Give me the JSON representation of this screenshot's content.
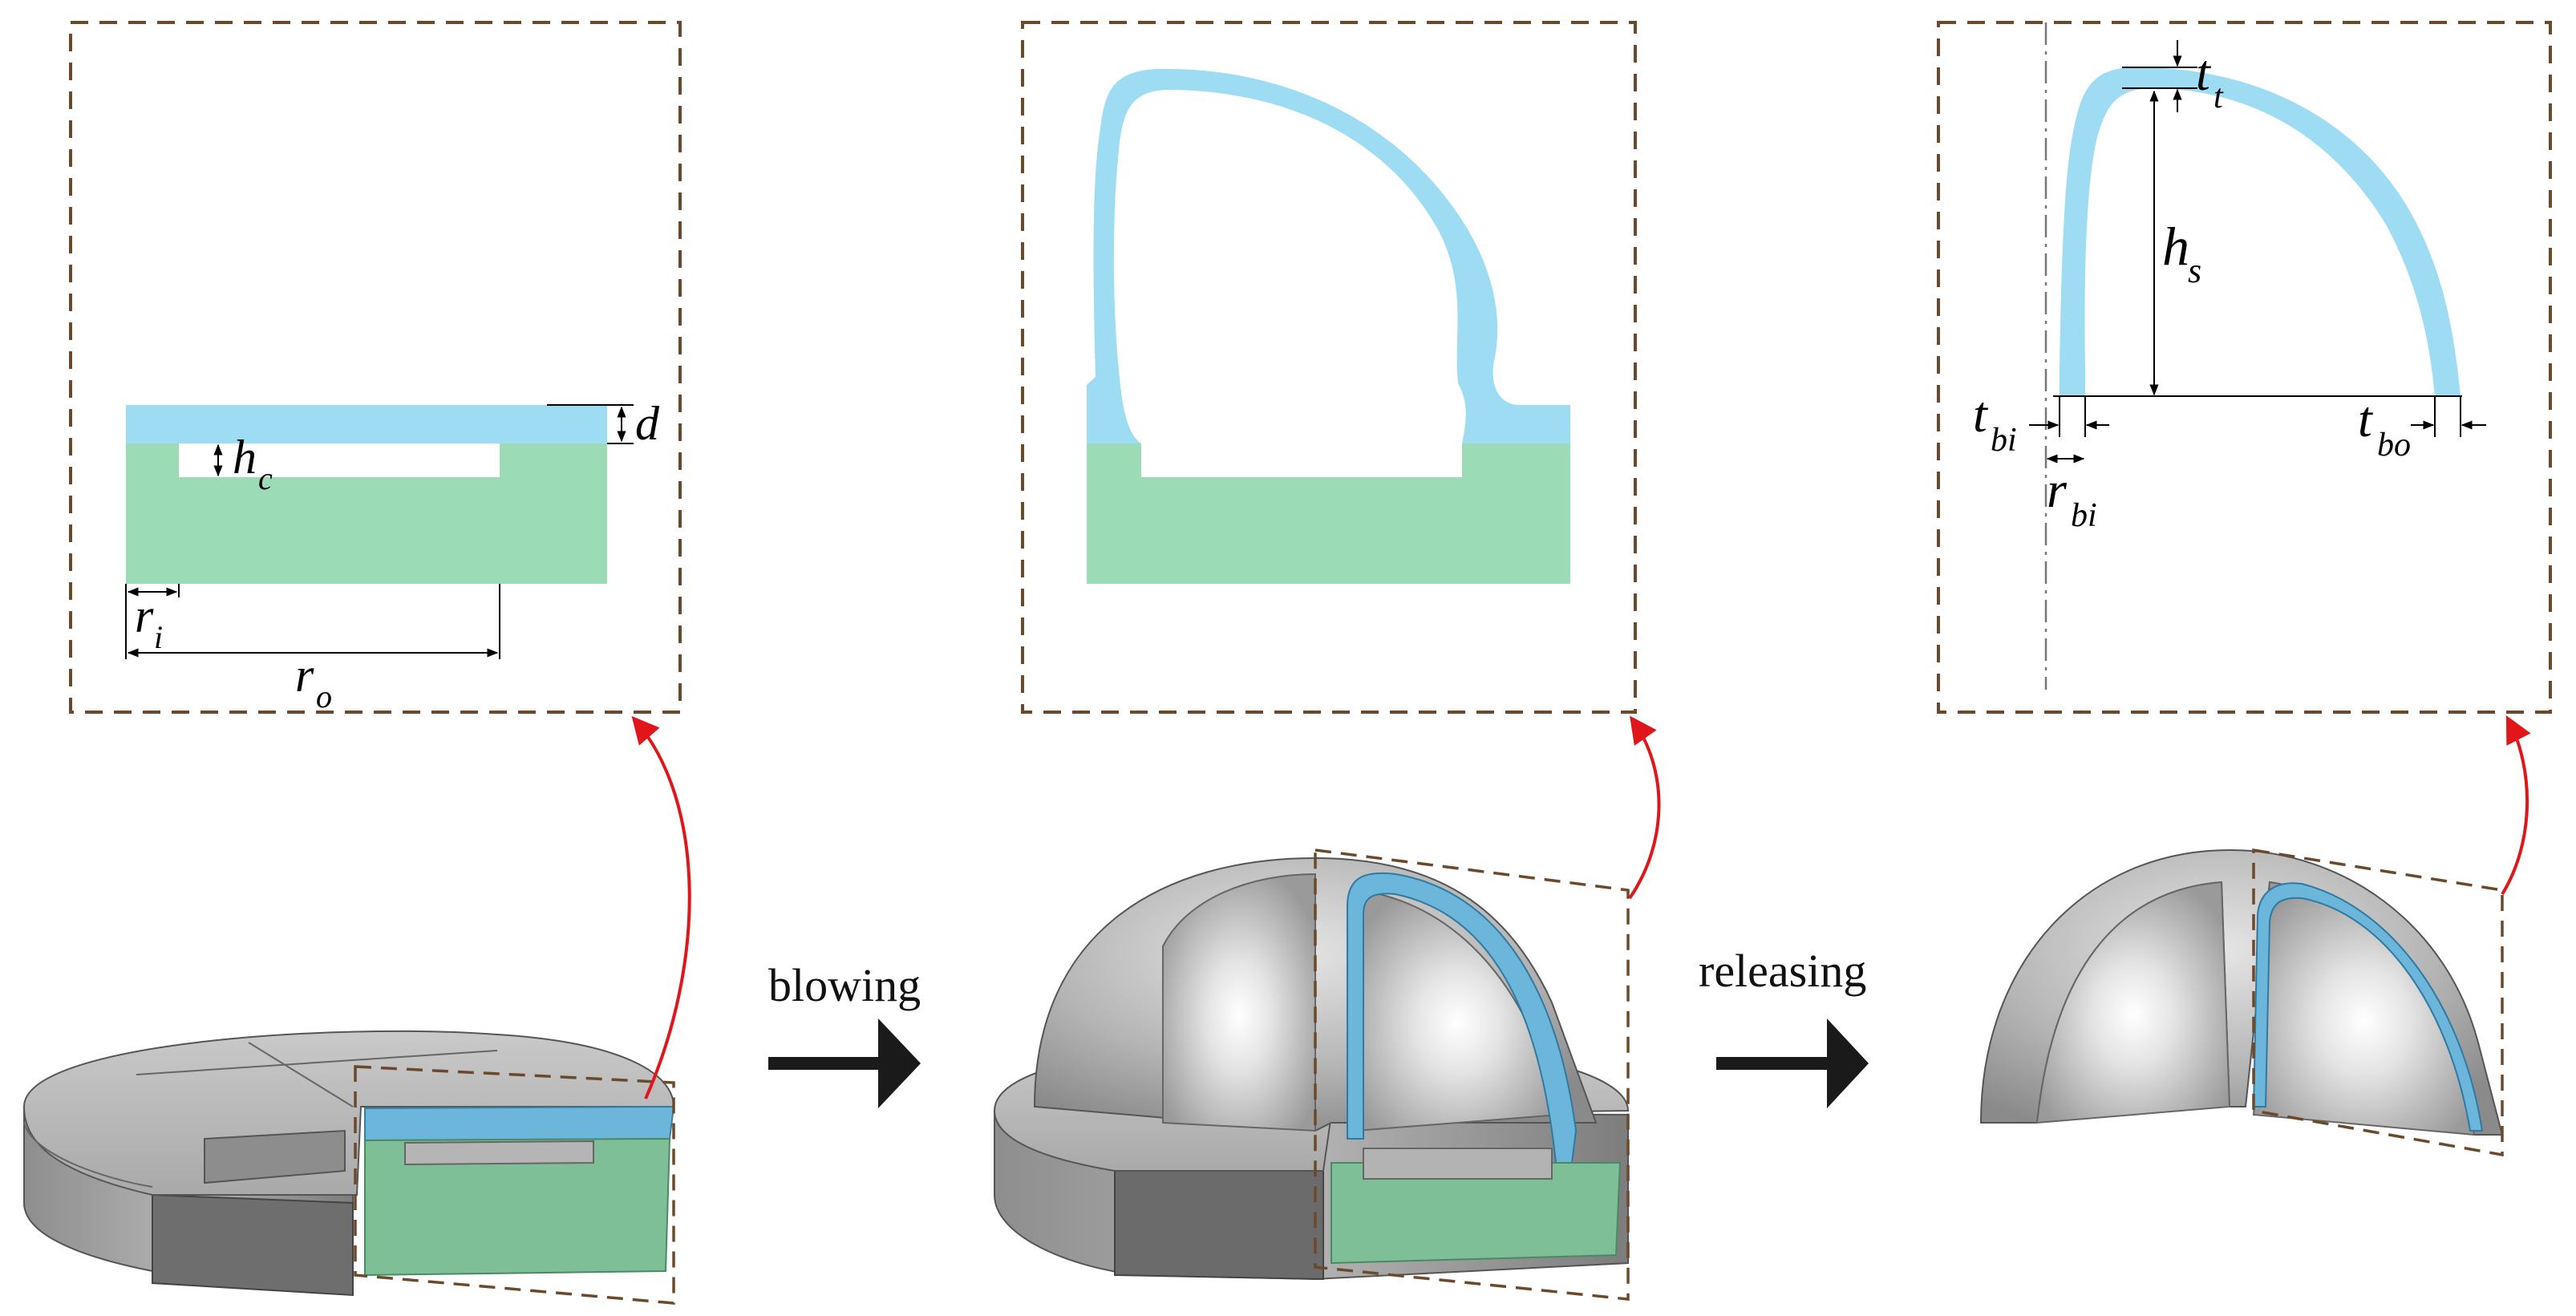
{
  "colors": {
    "membrane": "#9ddcf3",
    "substrate": "#9bdcb7",
    "frame": "#6b4a2b",
    "arrow": "#e0161b",
    "process_arrow": "#1a1a1a",
    "steel": "#a8a8a8"
  },
  "steps": {
    "blowing": "blowing",
    "releasing": "releasing"
  },
  "panel1": {
    "r_i": "r",
    "r_i_sub": "i",
    "r_o": "r",
    "r_o_sub": "o",
    "h_c": "h",
    "h_c_sub": "c",
    "d": "d"
  },
  "panel3": {
    "t_t": "t",
    "t_t_sub": "t",
    "h_s": "h",
    "h_s_sub": "s",
    "t_bi": "t",
    "t_bi_sub": "bi",
    "t_bo": "t",
    "t_bo_sub": "bo",
    "r_bi": "r",
    "r_bi_sub": "bi"
  }
}
